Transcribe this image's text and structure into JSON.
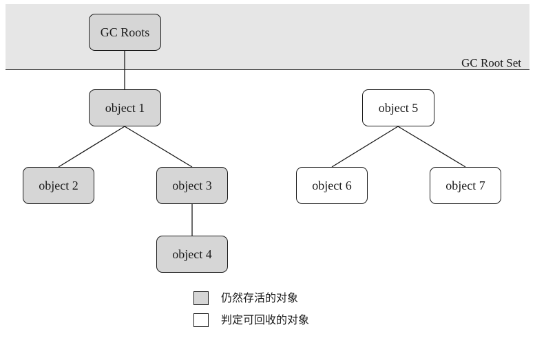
{
  "colors": {
    "alive_fill": "#d6d6d6",
    "collectible_fill": "#ffffff",
    "band": "#e6e6e6",
    "stroke": "#1a1a1a"
  },
  "root_set_label": "GC Root Set",
  "nodes": [
    {
      "id": "gc-roots",
      "label": "GC Roots",
      "status": "alive"
    },
    {
      "id": "object-1",
      "label": "object 1",
      "status": "alive"
    },
    {
      "id": "object-2",
      "label": "object 2",
      "status": "alive"
    },
    {
      "id": "object-3",
      "label": "object 3",
      "status": "alive"
    },
    {
      "id": "object-4",
      "label": "object 4",
      "status": "alive"
    },
    {
      "id": "object-5",
      "label": "object 5",
      "status": "collectible"
    },
    {
      "id": "object-6",
      "label": "object 6",
      "status": "collectible"
    },
    {
      "id": "object-7",
      "label": "object 7",
      "status": "collectible"
    }
  ],
  "edges": [
    {
      "from": "gc-roots",
      "to": "object-1"
    },
    {
      "from": "object-1",
      "to": "object-2"
    },
    {
      "from": "object-1",
      "to": "object-3"
    },
    {
      "from": "object-3",
      "to": "object-4"
    },
    {
      "from": "object-5",
      "to": "object-6"
    },
    {
      "from": "object-5",
      "to": "object-7"
    }
  ],
  "legend": {
    "alive_label": "仍然存活的对象",
    "collectible_label": "判定可回收的对象"
  }
}
